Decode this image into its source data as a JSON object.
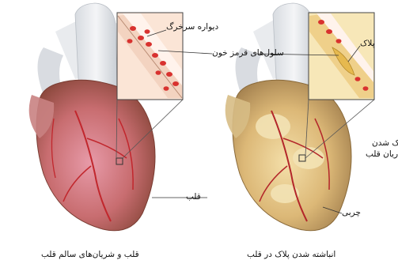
{
  "labels": {
    "vessel_wall": "دیواره سرخرگ",
    "red_blood_cells": "سلول‌های قرمز خون",
    "plaque": "پلاک",
    "heart": "قلب",
    "fat": "چربی",
    "cut_line_1": "ک شدن",
    "cut_line_2": "ریان قلب"
  },
  "captions": {
    "left": "قلب و شریان‌های سالم قلب",
    "right": "انباشته شدن پلاک در قلب"
  },
  "colors": {
    "healthy_heart": "#c96a6a",
    "plaque_heart": "#e0c27a",
    "artery_red": "#c1272d",
    "plaque_yellow": "#f2d27a",
    "vessel_wall": "#f1d6c3"
  }
}
